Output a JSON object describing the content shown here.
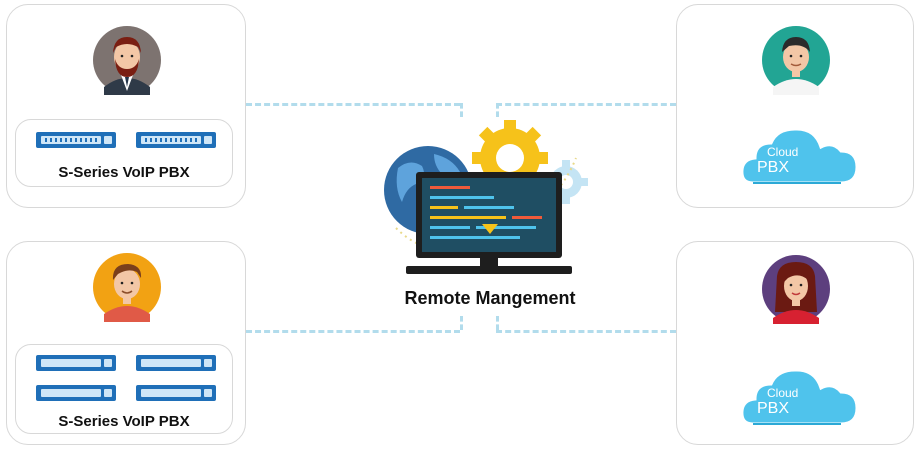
{
  "panels": {
    "top_left": {
      "device_label": "S-Series VoIP PBX"
    },
    "bottom_left": {
      "device_label": "S-Series VoIP PBX"
    },
    "top_right": {
      "cloud_line1": "Cloud",
      "cloud_line2": "PBX"
    },
    "bottom_right": {
      "cloud_line1": "Cloud",
      "cloud_line2": "PBX"
    }
  },
  "center": {
    "title": "Remote Mangement"
  },
  "colors": {
    "connector": "#b2dcec",
    "switch_blue": "#1f6fb8",
    "cloud_blue": "#4fc3ec",
    "monitor_screen": "#1f4e63",
    "gear_yellow": "#f6c21a"
  },
  "icons": [
    "man-beard-avatar",
    "man-orange-avatar",
    "man-teal-avatar",
    "woman-purple-avatar",
    "network-switch-icon",
    "cloud-icon",
    "monitor-icon",
    "gear-icon",
    "globe-icon"
  ]
}
